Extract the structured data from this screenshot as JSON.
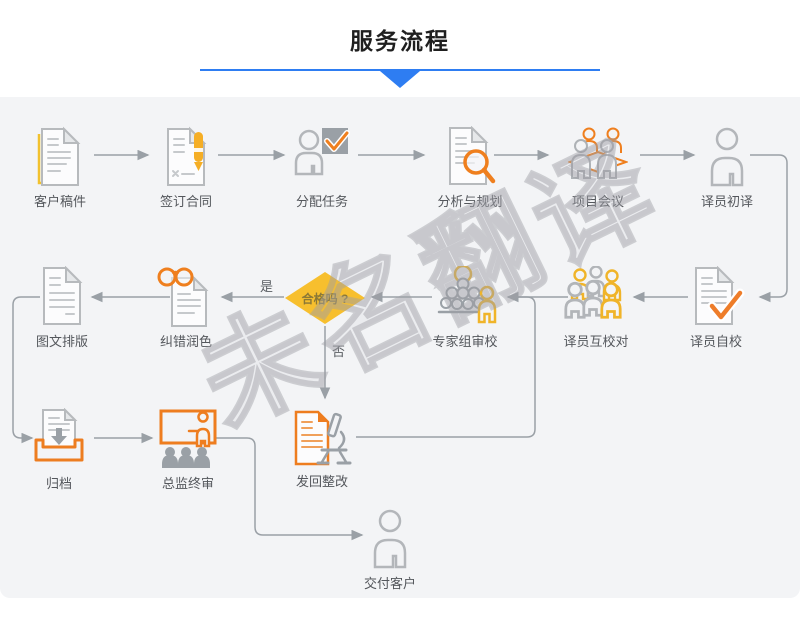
{
  "header": {
    "title": "服务流程"
  },
  "colors": {
    "accent_blue": "#2e7df2",
    "orange": "#ee7d1f",
    "yellow": "#f0b429",
    "diamond_fill": "#f7bf2e",
    "line_gray": "#9aa0a6",
    "panel_bg": "#f3f4f6",
    "label_text": "#54575c"
  },
  "watermark": {
    "text": "未名翻译"
  },
  "flow": {
    "nodes": [
      {
        "id": "customer-draft",
        "label": "客户稿件",
        "icon": "document-yellow-edge-icon"
      },
      {
        "id": "sign-contract",
        "label": "签订合同",
        "icon": "document-pen-icon"
      },
      {
        "id": "assign-tasks",
        "label": "分配任务",
        "icon": "person-checkbox-icon"
      },
      {
        "id": "analysis-planning",
        "label": "分析与规划",
        "icon": "document-magnifier-icon"
      },
      {
        "id": "project-meeting",
        "label": "项目会议",
        "icon": "meeting-table-icon"
      },
      {
        "id": "initial-translation",
        "label": "译员初译",
        "icon": "person-icon"
      },
      {
        "id": "self-proofread",
        "label": "译员自校",
        "icon": "document-check-icon"
      },
      {
        "id": "cross-proofread",
        "label": "译员互校对",
        "icon": "people-group-icon"
      },
      {
        "id": "expert-review",
        "label": "专家组审校",
        "icon": "team-magnifier-icon"
      },
      {
        "id": "error-polish",
        "label": "纠错润色",
        "icon": "document-glasses-icon"
      },
      {
        "id": "layout",
        "label": "图文排版",
        "icon": "document-icon"
      },
      {
        "id": "archive",
        "label": "归档",
        "icon": "archive-tray-icon"
      },
      {
        "id": "director-final-review",
        "label": "总监终审",
        "icon": "presentation-board-icon"
      },
      {
        "id": "send-back",
        "label": "发回整改",
        "icon": "document-microscope-icon"
      },
      {
        "id": "deliver",
        "label": "交付客户",
        "icon": "person-icon"
      }
    ],
    "decision": {
      "label": "合格吗 ?",
      "yes": "是",
      "no": "否"
    }
  }
}
